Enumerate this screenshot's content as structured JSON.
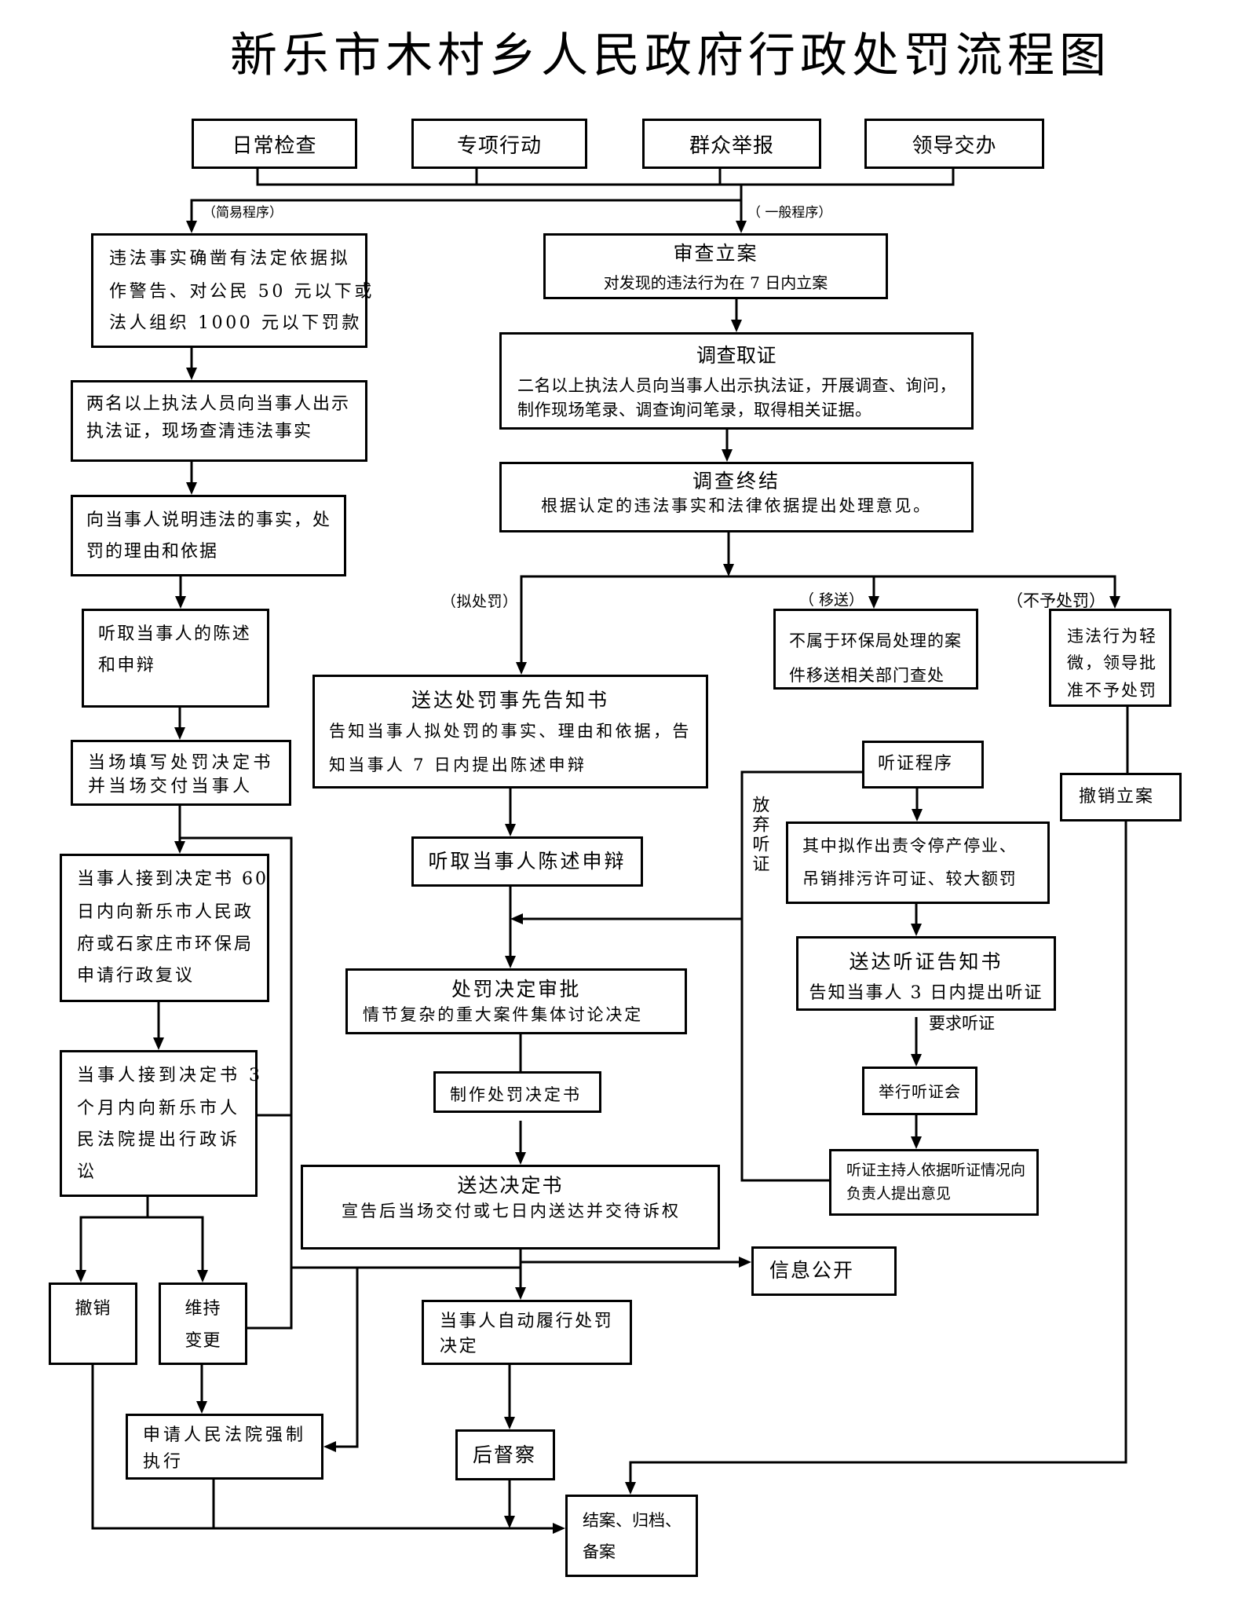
{
  "title": "新乐市木村乡人民政府行政处罚流程图",
  "sources": [
    "日常检查",
    "专项行动",
    "群众举报",
    "领导交办"
  ],
  "labels": {
    "simple_procedure": "（简易程序）",
    "general_procedure": "（ 一般程序）",
    "propose_penalty": "（拟处罚）",
    "transfer": "（  移送）",
    "no_penalty": "（不予处罚）",
    "waive_hearing": "放弃听证",
    "request_hearing": "要求听证"
  },
  "simple": {
    "criteria": [
      "违法事实确凿有法定依据拟",
      "作警告、对公民 50 元以下或",
      "法人组织 1000 元以下罚款"
    ],
    "show_credentials": [
      "两名以上执法人员向当事人出示",
      "执法证，现场查清违法事实"
    ],
    "explain": [
      "向当事人说明违法的事实，处",
      "罚的理由和依据"
    ],
    "hear_statement": [
      "听取当事人的陈述",
      "和申辩"
    ],
    "issue_on_site": [
      "当场填写处罚决定书",
      "并当场交付当事人"
    ]
  },
  "remedies": {
    "reconsideration": [
      "当事人接到决定书 60",
      "日内向新乐市人民政",
      "府或石家庄市环保局",
      "申请行政复议"
    ],
    "litigation": [
      "当事人接到决定书 3",
      "个月内向新乐市人",
      "民法院提出行政诉",
      "讼"
    ],
    "revoke": "撤销",
    "uphold_change": [
      "维持",
      "变更"
    ],
    "enforce": [
      "申请人民法院强制",
      "执行"
    ]
  },
  "general": {
    "file_case": {
      "title": "审查立案",
      "desc": "对发现的违法行为在 7 日内立案"
    },
    "investigate": {
      "title": "调查取证",
      "desc": [
        "二名以上执法人员向当事人出示执法证，开展调查、询问，",
        "制作现场笔录、调查询问笔录，取得相关证据。"
      ]
    },
    "conclude": {
      "title": "调查终结",
      "desc": "根据认定的违法事实和法律依据提出处理意见。"
    },
    "prior_notice": {
      "title": "送达处罚事先告知书",
      "desc": [
        "告知当事人拟处罚的事实、理由和依据，告",
        "知当事人 7 日内提出陈述申辩"
      ]
    },
    "hear_defense": "听取当事人陈述申辩",
    "approval": {
      "title": "处罚决定审批",
      "desc": "情节复杂的重大案件集体讨论决定"
    },
    "make_decision": "制作处罚决定书",
    "deliver_decision": {
      "title": "送达决定书",
      "desc": "宣告后当场交付或七日内送达并交待诉权"
    },
    "disclosure": "信息公开",
    "voluntary_compliance": [
      "当事人自动履行处罚",
      "决定"
    ],
    "supervision": "后督察",
    "close_case": [
      "结案、归档、",
      "备案"
    ]
  },
  "transfer": [
    "不属于环保局处理的案",
    "件移送相关部门查处"
  ],
  "no_penalty": {
    "reason": [
      "违法行为轻",
      "微，领导批",
      "准不予处罚"
    ],
    "revoke_filing": "撤销立案"
  },
  "hearing": {
    "procedure": "听证程序",
    "scope": [
      "其中拟作出责令停产停业、",
      "吊销排污许可证、较大额罚"
    ],
    "notice": {
      "title": "送达听证告知书",
      "desc": "告知当事人 3 日内提出听证"
    },
    "hold": "举行听证会",
    "opinion": [
      "听证主持人依据听证情况向",
      "负责人提出意见"
    ]
  }
}
